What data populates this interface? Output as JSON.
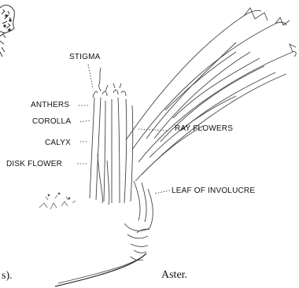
{
  "labels": {
    "stigma": "STIGMA",
    "anthers": "ANTHERS",
    "corolla": "COROLLA",
    "calyx": "CALYX",
    "disk_flower": "DISK FLOWER",
    "ray_flowers": "RAY FLOWERS",
    "leaf_of_involucre": "LEAF OF INVOLUCRE"
  },
  "captions": {
    "left_fragment": "s).",
    "main": "Aster."
  }
}
